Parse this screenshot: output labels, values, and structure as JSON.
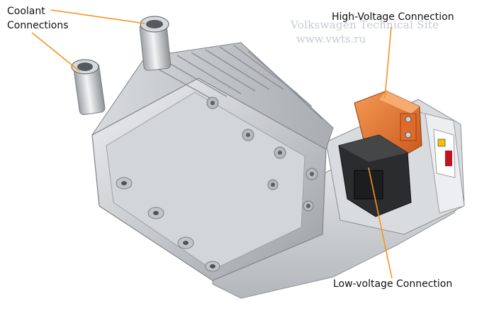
{
  "labels": {
    "coolant_line1": "Coolant",
    "coolant_line2": "Connections",
    "high_voltage": "High-Voltage Connection",
    "low_voltage": "Low-voltage Connection"
  },
  "watermark": {
    "line1": "Volkswagen Technical Site",
    "line2": "www.vwts.ru"
  },
  "colors": {
    "leader_line": "#f7941d",
    "hv_connector": "#e8772e",
    "lv_connector": "#2a2a2a",
    "housing": "#c9ccd0"
  }
}
